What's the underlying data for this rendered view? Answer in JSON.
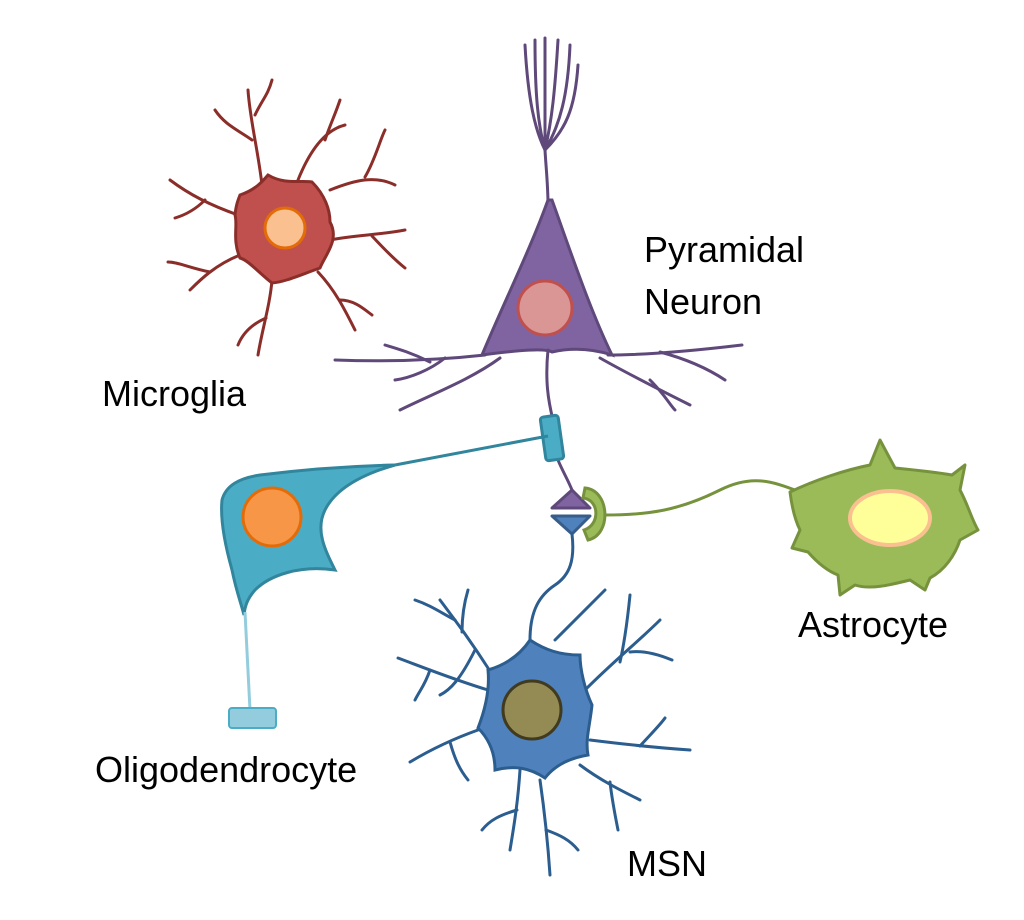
{
  "labels": {
    "microglia": "Microglia",
    "pyramidal_line1": "Pyramidal",
    "pyramidal_line2": "Neuron",
    "oligodendrocyte": "Oligodendrocyte",
    "astrocyte": "Astrocyte",
    "msn": "MSN"
  },
  "colors": {
    "microglia": "#b8473f",
    "microglia_nucleus": "#fac090",
    "pyramidal": "#8064a2",
    "pyramidal_nucleus": "#d99694",
    "oligodendrocyte": "#4bacc6",
    "oligodendrocyte_nucleus": "#f79646",
    "astrocyte": "#9bbb59",
    "astrocyte_nucleus": "#ffff99",
    "msn": "#4f81bd",
    "msn_nucleus": "#948a54"
  }
}
